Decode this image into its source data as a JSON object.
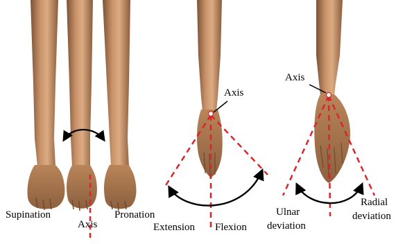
{
  "labels": {
    "supination": "Supination",
    "axis_left": "Axis",
    "pronation": "Pronation",
    "axis_middle": "Axis",
    "extension": "Extension",
    "flexion": "Flexion",
    "axis_right": "Axis",
    "ulnar_line1": "Ulnar",
    "ulnar_line2": "deviation",
    "radial_line1": "Radial",
    "radial_line2": "deviation"
  },
  "colors": {
    "skin_light": "#d9a57a",
    "skin_mid": "#b9845a",
    "skin_dark": "#7a5236",
    "axis_line": "#d8262b",
    "arrow": "#000000"
  }
}
